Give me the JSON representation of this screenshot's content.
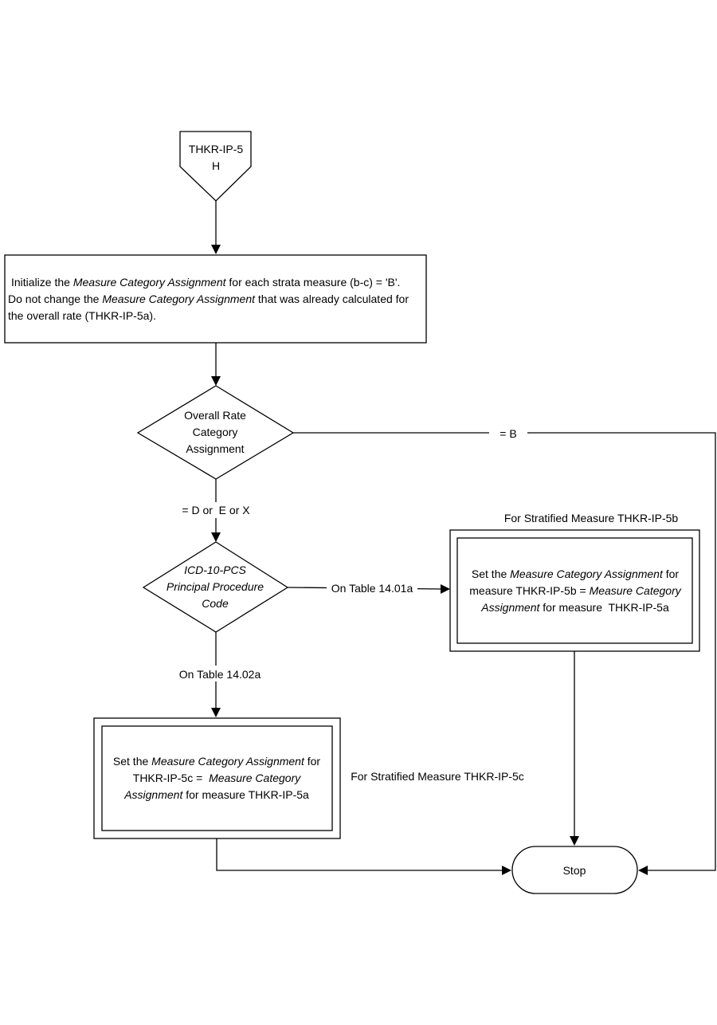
{
  "start": {
    "line1": "THKR-IP-5",
    "line2": "H"
  },
  "init_box": {
    "line1_prefix": "Initialize the ",
    "line1_italic": "Measure Category Assignment",
    "line1_suffix": " for each strata measure (b-c) = 'B'.",
    "line2_prefix": "Do not change the ",
    "line2_italic": "Measure Category Assignment",
    "line2_suffix": " that was already calculated for",
    "line3": "the overall rate (THKR-IP-5a)."
  },
  "decision_rate": {
    "line1": "Overall Rate",
    "line2": "Category",
    "line3": "Assignment"
  },
  "decision_code": {
    "line1": "ICD-10-PCS",
    "line2": "Principal Procedure",
    "line3": "Code"
  },
  "edges": {
    "eq_b": "= B",
    "eq_d_e_x": "= D or  E or X",
    "on_table_1401a": "On Table 14.01a",
    "on_table_1402a": "On Table 14.02a"
  },
  "box_5b": {
    "caption": "For Stratified Measure THKR-IP-5b",
    "line1_prefix": "Set the ",
    "line1_italic": "Measure Category Assignment",
    "line1_suffix": " for",
    "line2_prefix": "measure THKR-IP-5b = ",
    "line2_italic": "Measure Category",
    "line3_italic": "Assignment",
    "line3_suffix": " for measure  THKR-IP-5a"
  },
  "box_5c": {
    "caption": "For Stratified Measure THKR-IP-5c",
    "line1_prefix": "Set the ",
    "line1_italic": "Measure Category Assignment",
    "line1_suffix": " for",
    "line2_prefix": "THKR-IP-5c =  ",
    "line2_italic": "Measure Category",
    "line3_italic": "Assignment",
    "line3_suffix": " for measure THKR-IP-5a"
  },
  "stop": {
    "label": "Stop"
  }
}
